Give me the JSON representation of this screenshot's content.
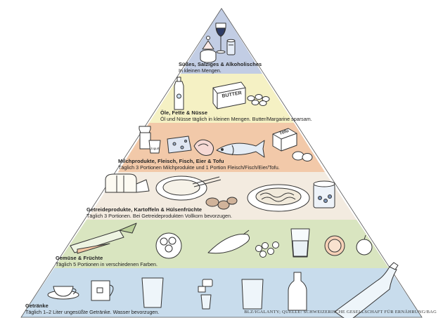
{
  "pyramid": {
    "levels": [
      {
        "title": "Süßes, Salziges & Alkoholisches",
        "subtitle": "In kleinen Mengen.",
        "color": "#c2cde4"
      },
      {
        "title": "Öle, Fette & Nüsse",
        "subtitle": "Öl und Nüsse täglich in kleinen Mengen. Butter/Margarine sparsam.",
        "color": "#f5f1c4"
      },
      {
        "title": "Milchprodukte, Fleisch, Fisch, Eier & Tofu",
        "subtitle": "Täglich 3 Portionen Milchprodukte und 1 Portion Fleisch/Fisch/Eier/Tofu.",
        "color": "#f2c9a9"
      },
      {
        "title": "Getreideprodukte, Kartoffeln & Hülsenfrüchte",
        "subtitle": "Täglich 3 Portionen. Bei Getreideprodukten Vollkorn bevorzugen.",
        "color": "#f3ebe0"
      },
      {
        "title": "Gemüse & Früchte",
        "subtitle": "Täglich 5 Portionen in verschiedenen Farben.",
        "color": "#d9e5c0"
      },
      {
        "title": "Getränke",
        "subtitle": "Täglich 1–2 Liter ungesüßte Getränke. Wasser bevorzugen.",
        "color": "#c8dcec"
      }
    ],
    "illustrations": {
      "butter_label": "BUTTER",
      "tofu_label": "Tofu",
      "jogurt_label": "Jogurt"
    }
  },
  "credit": "BLZ/IGALANTY; QUELLE: SCHWEIZERISCHE GESELLSCHAFT FÜR ERNÄHRUNG/BAG",
  "colors": {
    "outline": "#333333",
    "ink": "#2b2b2b"
  }
}
